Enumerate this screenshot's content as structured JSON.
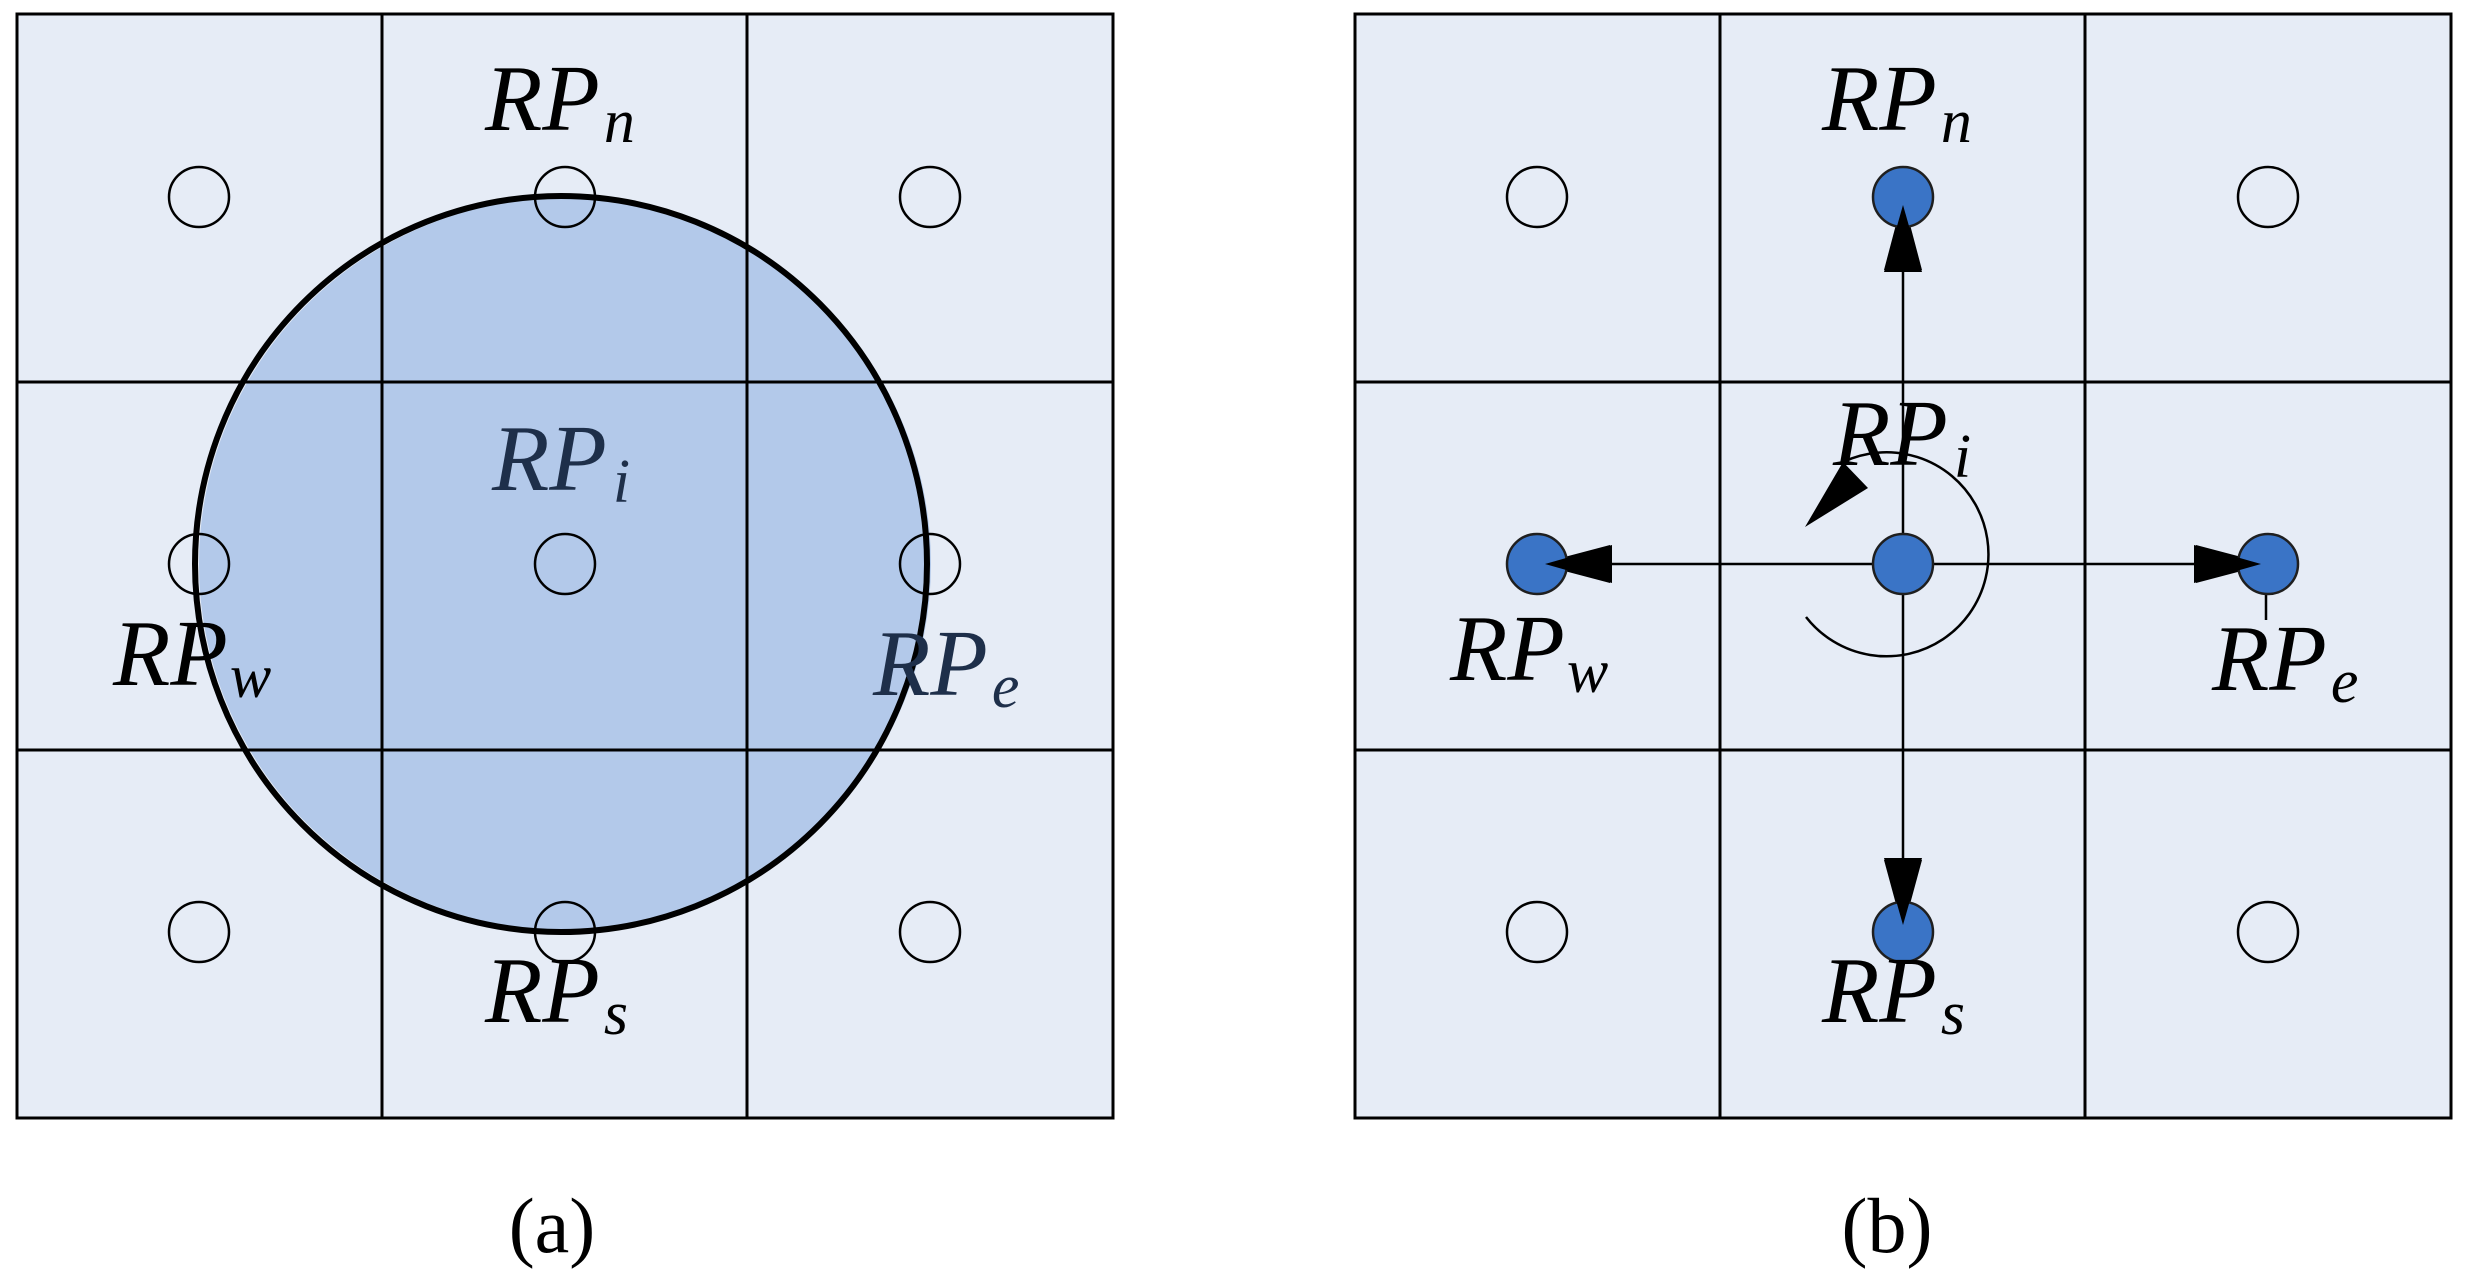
{
  "colors": {
    "cell_fill": "#e6ecf6",
    "coverage_fill": "#a9c3e8",
    "rp_selected_fill": "#3a74c6",
    "line": "#000000"
  },
  "panel_a": {
    "caption": "(a)",
    "labels": {
      "north": {
        "base": "RP",
        "sub": "n"
      },
      "center": {
        "base": "RP",
        "sub": "i"
      },
      "west": {
        "base": "RP",
        "sub": "w"
      },
      "east": {
        "base": "RP",
        "sub": "e"
      },
      "south": {
        "base": "RP",
        "sub": "s"
      }
    }
  },
  "panel_b": {
    "caption": "(b)",
    "labels": {
      "north": {
        "base": "RP",
        "sub": "n"
      },
      "center": {
        "base": "RP",
        "sub": "i"
      },
      "west": {
        "base": "RP",
        "sub": "w"
      },
      "east": {
        "base": "RP",
        "sub": "e"
      },
      "south": {
        "base": "RP",
        "sub": "s"
      }
    }
  }
}
